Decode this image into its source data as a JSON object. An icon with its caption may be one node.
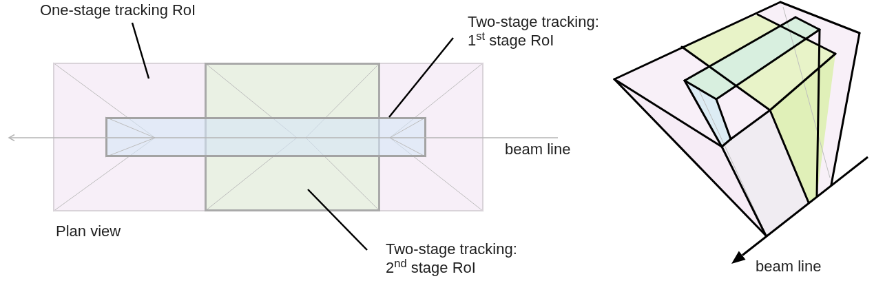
{
  "diagram": {
    "nodes": [
      {
        "text": [
          "One-stage tracking RoI"
        ]
      },
      {
        "text": [],
        "shape": "box"
      },
      {
        "text": [],
        "shape": "box",
        "in": 1
      },
      {
        "text": [],
        "shape": "box",
        "in": 1
      },
      {
        "text": [
          "Two-stage tracking: 1$^{st}$ stage RoI"
        ]
      },
      {
        "text": [
          "Two-stage tracking: 2$^{nd}$ stage RoI"
        ]
      }
    ],
    "edges": [
      {
        "from": 0,
        "to": 1,
        "arrow": "none"
      },
      {
        "from": 4,
        "to": 3,
        "arrow": "none"
      },
      {
        "from": 5,
        "to": 2,
        "arrow": "none"
      }
    ],
    "labels": [
      "beam line",
      "Plan view",
      "beam line"
    ]
  }
}
